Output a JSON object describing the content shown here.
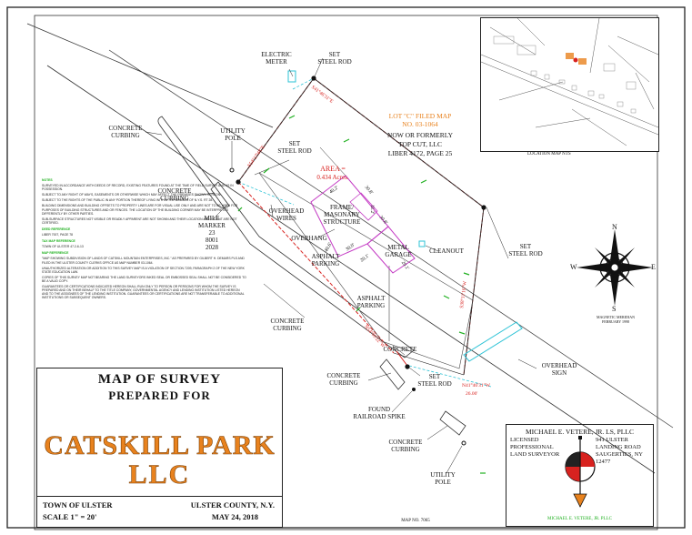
{
  "title_block": {
    "line1": "MAP OF SURVEY",
    "line2": "PREPARED FOR",
    "client1": "CATSKILL PARK",
    "client2": "LLC",
    "town": "TOWN OF ULSTER",
    "county": "ULSTER COUNTY, N.Y.",
    "scale": "SCALE 1\" = 20'",
    "date": "MAY 24, 2018"
  },
  "map_no": "MAP NO. 7065",
  "surveyor": {
    "name": "MICHAEL E. VETERE, JR. LS, PLLC",
    "left_lines": [
      "LICENSED",
      "PROFESSIONAL",
      "LAND SURVEYOR"
    ],
    "right_lines": [
      "941 ULSTER",
      "LANDING ROAD",
      "SAUGERTIES, NY 12477"
    ],
    "stamp": "MICHAEL E. VETERE, JR. PLLC"
  },
  "location_map": {
    "caption": "LOCATION MAP NTS"
  },
  "compass": {
    "n": "N",
    "s": "S",
    "e": "E",
    "w": "W",
    "note1": "MAGNETIC MERIDIAN",
    "note2": "FEBRUARY 1998"
  },
  "parcel": {
    "lot_line1": "LOT \"C\" FILED MAP",
    "lot_line2": "NO. 03-1064",
    "owner1": "NOW OR FORMERLY",
    "owner2": "TOP CUT, LLC",
    "owner3": "LIBER 4172, PAGE 25",
    "area1": "AREA =",
    "area2": "0.434 Acres."
  },
  "labels": {
    "electric_meter": "ELECTRIC\nMETER",
    "set_steel_rod_top": "SET\nSTEEL ROD",
    "concrete_curbing_1": "CONCRETE\nCURBING",
    "utility_pole_1": "UTILITY\nPOLE",
    "set_steel_rod_2": "SET\nSTEEL ROD",
    "concrete_curbing_2": "CONCRETE\nCURBING",
    "mile_marker": "MILE\nMARKER\n23\n8001\n2028",
    "overhead_wires": "OVERHEAD\nWIRES",
    "frame_structure": "FRAME/\nMASONARY\nSTRUCTURE",
    "overhang": "OVERHANG",
    "metal_garage": "METAL\nGARAGE",
    "cleanout": "CLEANOUT",
    "set_steel_rod_3": "SET\nSTEEL ROD",
    "asphalt_1": "ASPHALT\nPARKING",
    "asphalt_2": "ASPHALT\nPARKING",
    "concrete_curbing_3": "CONCRETE\nCURBING",
    "concrete": "CONCRETE",
    "set_steel_rod_4": "SET\nSTEEL ROD",
    "concrete_curbing_4": "CONCRETE\nCURBING",
    "found_spike": "FOUND\nRAILROAD SPIKE",
    "concrete_curbing_5": "CONCRETE\nCURBING",
    "utility_pole_2": "UTILITY\nPOLE",
    "overhead_sign": "OVERHEAD\nSIGN"
  },
  "dims": {
    "bldg_top": "40.2'",
    "bldg_right1": "30.8'",
    "bldg_right2": "30.8'",
    "bldg_side": "11.2'",
    "bldg_bottom": "40.6'",
    "bldg_left": "30.0'",
    "garage_a": "20.1'",
    "garage_b": "20.1'",
    "bearing_top": "S41°46'31\"E",
    "bearing_left": "S54°17'48\"E",
    "bearing_right": "S38°11'16\"W",
    "bearing_bottom": "N54°00'22\"W",
    "bearing_lower": "N41°46'31\"W",
    "bearing_lower_dist": "26.00'"
  },
  "notes": {
    "h1": "NOTES",
    "n1": "SURVEYED IN ACCORDANCE WITH DEEDS OF RECORD, EXISTING FEATURES FOUND AT THE TIME OF FIELD SURVEY AND AS IN POSSESSION.",
    "n2": "SUBJECT TO ANY RIGHT OF WAYS, EASEMENTS OR OTHERWISE WHICH MAY AFFECT THE PREMISES SHOWN HEREON.",
    "n3": "SUBJECT TO THE RIGHTS OF THE PUBLIC IN ANY PORTION THEREOF LYING WITHIN THE BOUNDS OF N.Y.S. RT 28.",
    "n4": "BUILDING DIMENSIONS AND BUILDING OFFSETS TO PROPERTY LINES ARE FOR VISUAL USE ONLY AND ARE NOT TO BE USED FOR PURPOSES OF BUILDING STRUCTURES AND OR FENCES. THE LOCATION OF THE BUILDING CORNER MAY BE INTERPRETED DIFFERENTLY BY OTHER PARTIES.",
    "n5": "SUB-SURFACE STRUCTURES NOT VISIBLE OR READILY APPARENT ARE NOT SHOWN AND THEIR LOCATION AND EXTENT ARE NOT CERTIFIED.",
    "h2": "DEED REFERENCE",
    "d1": "LIBER 7007, PAGE 78",
    "h3": "TAX MAP REFERENCE",
    "t1": "TOWN OF ULSTER 47.2-6-13",
    "h4": "MAP REFERENCE",
    "m1": "\"MAP SHOWING SUBDIVISION OF LANDS OF CATSKILL MOUNTAIN ENTERPRISES, INC.\" AS PREPARED BY GILBERT H. DEMARS PLS AND FILED IN THE ULSTER COUNTY CLERKS OFFICE AS MAP NUMBER 03-1064.",
    "w1": "UNAUTHORIZED ALTERATION OR ADDITION TO THIS SURVEY MAP IS A VIOLATION OF SECTION 7209, PARAGRAPH 2 OF THE NEW YORK STATE EDUCATION LAW.",
    "w2": "COPIES OF THIS SURVEY MAP NOT BEARING THE LAND SURVEYORS INKED SEAL OR EMBOSSED SEAL SHALL NOT BE CONSIDERED TO BE A VALID COPY.",
    "w3": "GUARANTEES OR CERTIFICATIONS INDICATED HEREON SHALL RUN ONLY TO PERSON OR PERSONS FOR WHOM THE SURVEY IS PREPARED AND ON THEIR BEHALF TO THE TITLE COMPANY, GOVERNMENTAL AGENCY AND LENDING INSTITUTION LISTED HEREON AND TO THE ASSIGNEES OF THE LENDING INSTITUTION. GUARANTEES OR CERTIFICATIONS ARE NOT TRANSFERABLE TO ADDITIONAL INSTITUTIONS OR SUBSEQUENT OWNERS."
  },
  "colors": {
    "accent_orange": "#e8821e",
    "parcel_red": "#d8221f",
    "building_magenta": "#c43ac4",
    "green": "#1fb01f",
    "cyan": "#2ec3d6"
  }
}
